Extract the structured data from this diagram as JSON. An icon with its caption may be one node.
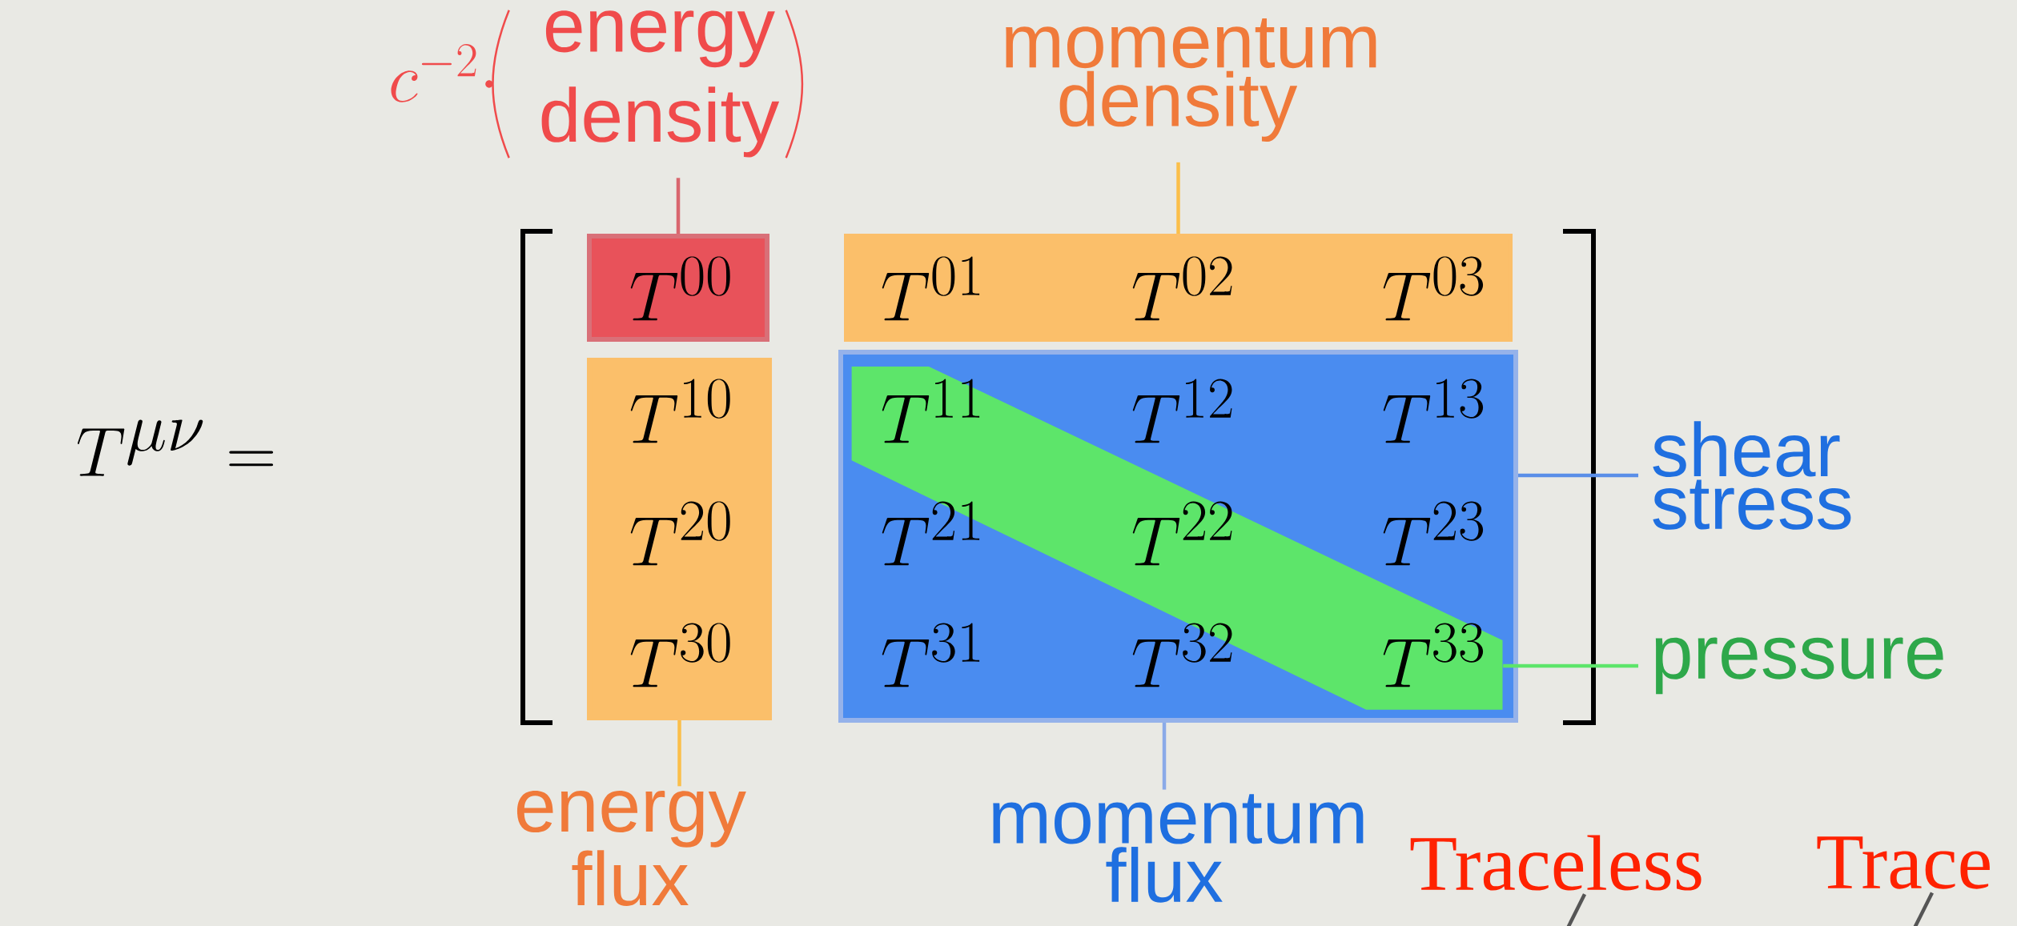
{
  "diagram": {
    "nodes": [
      {
        "text": [
          "T^{00}"
        ]
      },
      {
        "text": [
          "T^{01}",
          "T^{02}",
          "T^{03}"
        ]
      },
      {
        "text": [
          "T^{10}",
          "T^{20}",
          "T^{30}"
        ]
      },
      {
        "text": [
          "T^{12}",
          "T^{13}",
          "T^{21}",
          "T^{23}",
          "T^{31}",
          "T^{32}"
        ]
      },
      {
        "text": [
          "T^{11}",
          "T^{22}",
          "T^{33}"
        ],
        "in": 3
      },
      {
        "text": [
          "c^{-2}\\cdot",
          "energy density"
        ]
      },
      {
        "text": [
          "momentum density"
        ]
      },
      {
        "text": [
          "energy flux"
        ]
      },
      {
        "text": [
          "momentum flux"
        ]
      },
      {
        "text": [
          "shear stress"
        ]
      },
      {
        "text": [
          "pressure"
        ]
      },
      {
        "text": [
          "Traceless"
        ]
      },
      {
        "text": [
          "Trace"
        ]
      }
    ],
    "edges": [
      {
        "from": 5,
        "to": 0,
        "arrow": "none",
        "color": "#d9666e"
      },
      {
        "from": 6,
        "to": 1,
        "arrow": "none",
        "color": "#fbbf4a"
      },
      {
        "from": 7,
        "to": 2,
        "arrow": "none",
        "color": "#fbbf4a"
      },
      {
        "from": 8,
        "to": 3,
        "arrow": "none",
        "color": "#8aaae8"
      },
      {
        "from": 9,
        "to": 3,
        "arrow": "none",
        "color": "#5a8ee8"
      },
      {
        "from": 10,
        "to": 4,
        "arrow": "none",
        "color": "#5de56a"
      },
      {
        "from": 11,
        "to": null,
        "arrow": "none",
        "color": "#555555"
      },
      {
        "from": 12,
        "to": null,
        "arrow": "none",
        "color": "#555555"
      }
    ],
    "labels": [
      "T^{\\mu\\nu} ="
    ]
  }
}
